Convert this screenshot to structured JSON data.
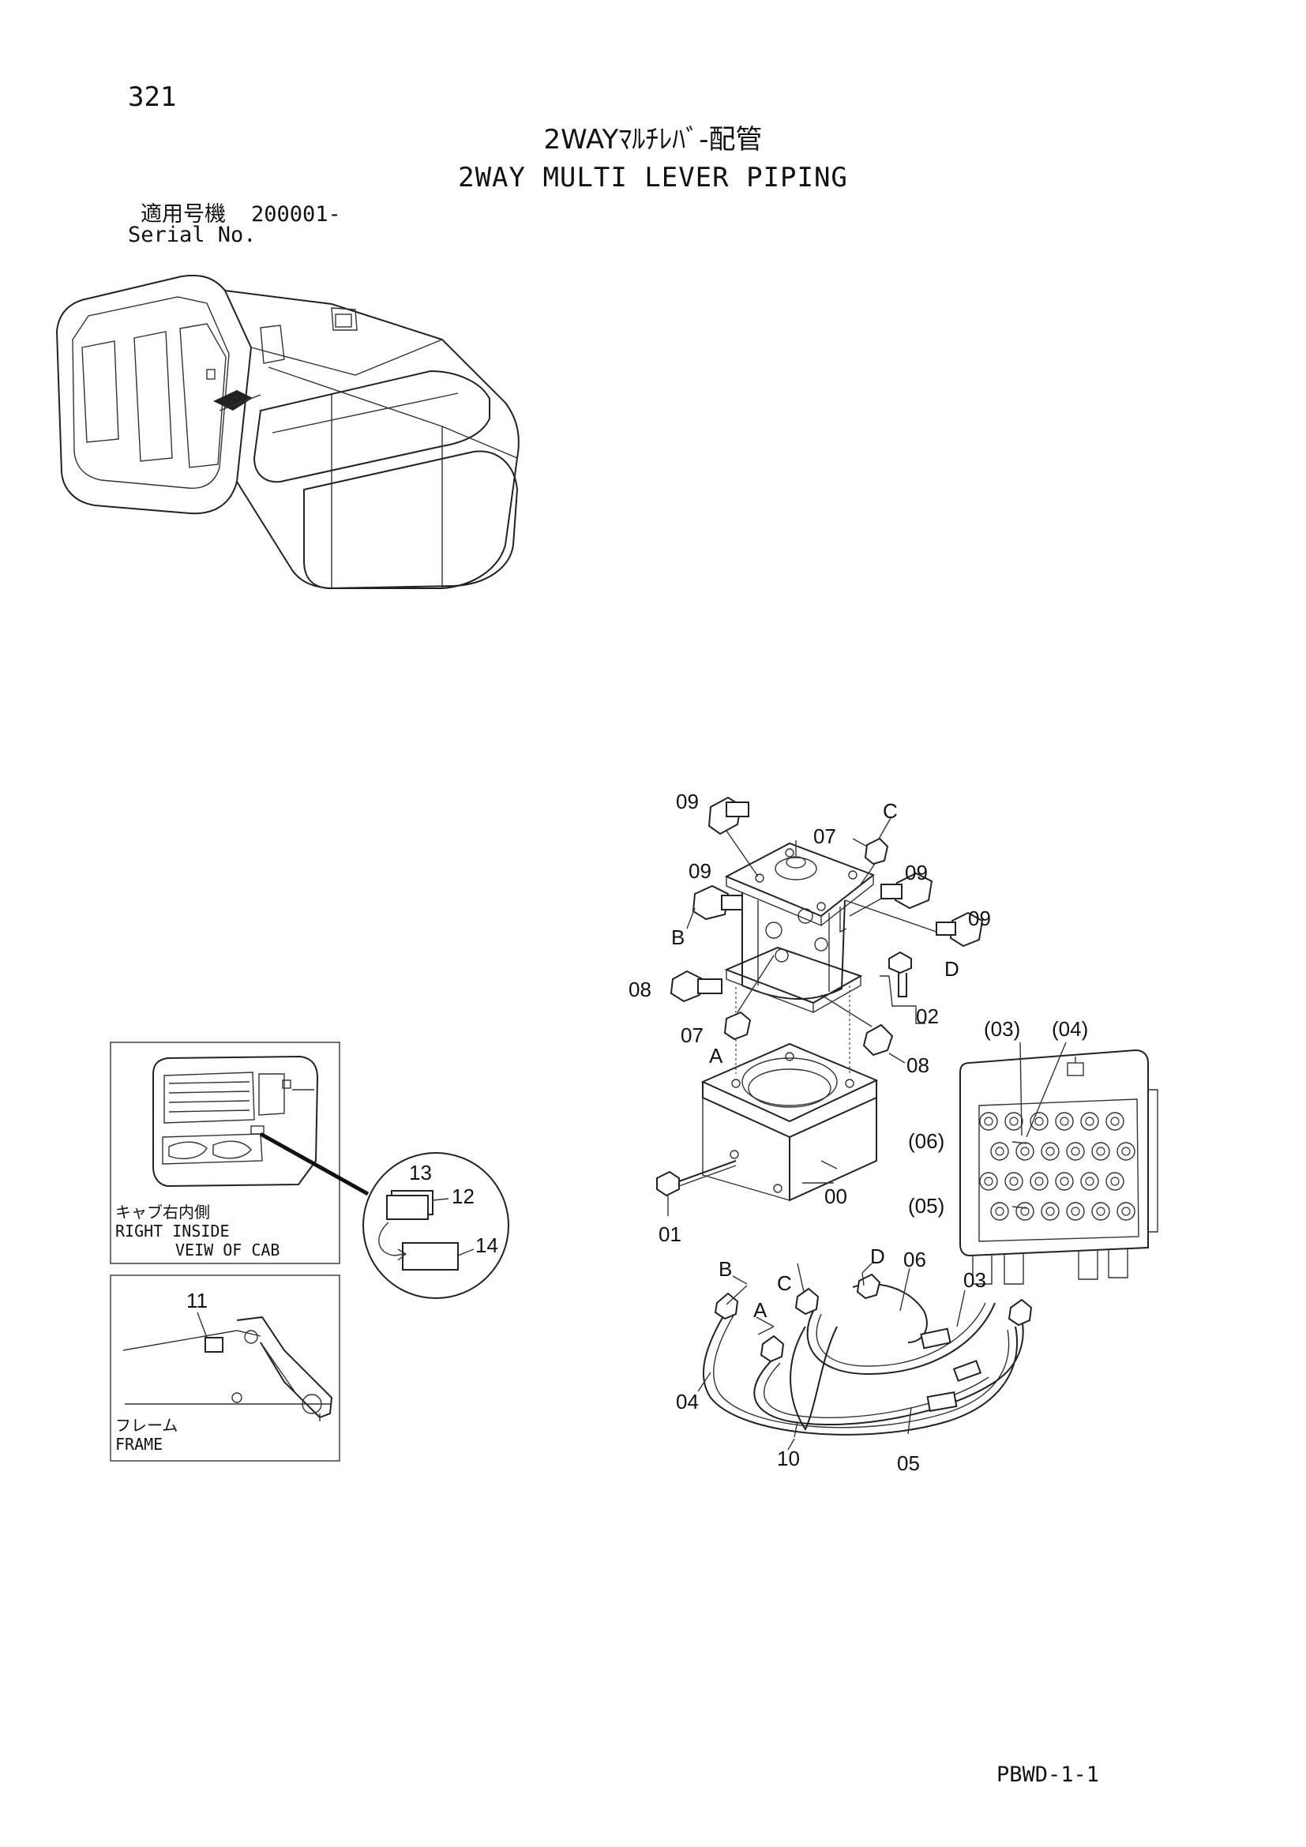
{
  "page_number": "321",
  "title_jp": "2WAYﾏﾙﾁﾚﾊﾞ-配管",
  "title_en": "2WAY MULTI LEVER PIPING",
  "serial": {
    "label_jp": "適用号機",
    "value": "200001-",
    "label_en": "Serial No."
  },
  "inset_cab": {
    "caption_jp": "キャブ右内側",
    "caption_en_1": "RIGHT  INSIDE",
    "caption_en_2": "VEIW  OF  CAB"
  },
  "inset_frame": {
    "caption_jp": "フレーム",
    "caption_en": "FRAME"
  },
  "callouts": {
    "p00": "00",
    "p01": "01",
    "p02": "02",
    "p03": "03",
    "p04": "04",
    "p05": "05",
    "p06": "06",
    "p07a": "07",
    "p07b": "07",
    "p08a": "08",
    "p08b": "08",
    "p09a": "09",
    "p09b": "09",
    "p09c": "09",
    "p09d": "09",
    "p10": "10",
    "p11": "11",
    "p12": "12",
    "p13": "13",
    "p14": "14",
    "p03p": "(03)",
    "p04p": "(04)",
    "p05p": "(05)",
    "p06p": "(06)"
  },
  "port_letters": {
    "a1": "A",
    "b1": "B",
    "c1": "C",
    "d1": "D",
    "a2": "A",
    "b2": "B",
    "c2": "C",
    "d2": "D"
  },
  "footer_code": "PBWD-1-1"
}
